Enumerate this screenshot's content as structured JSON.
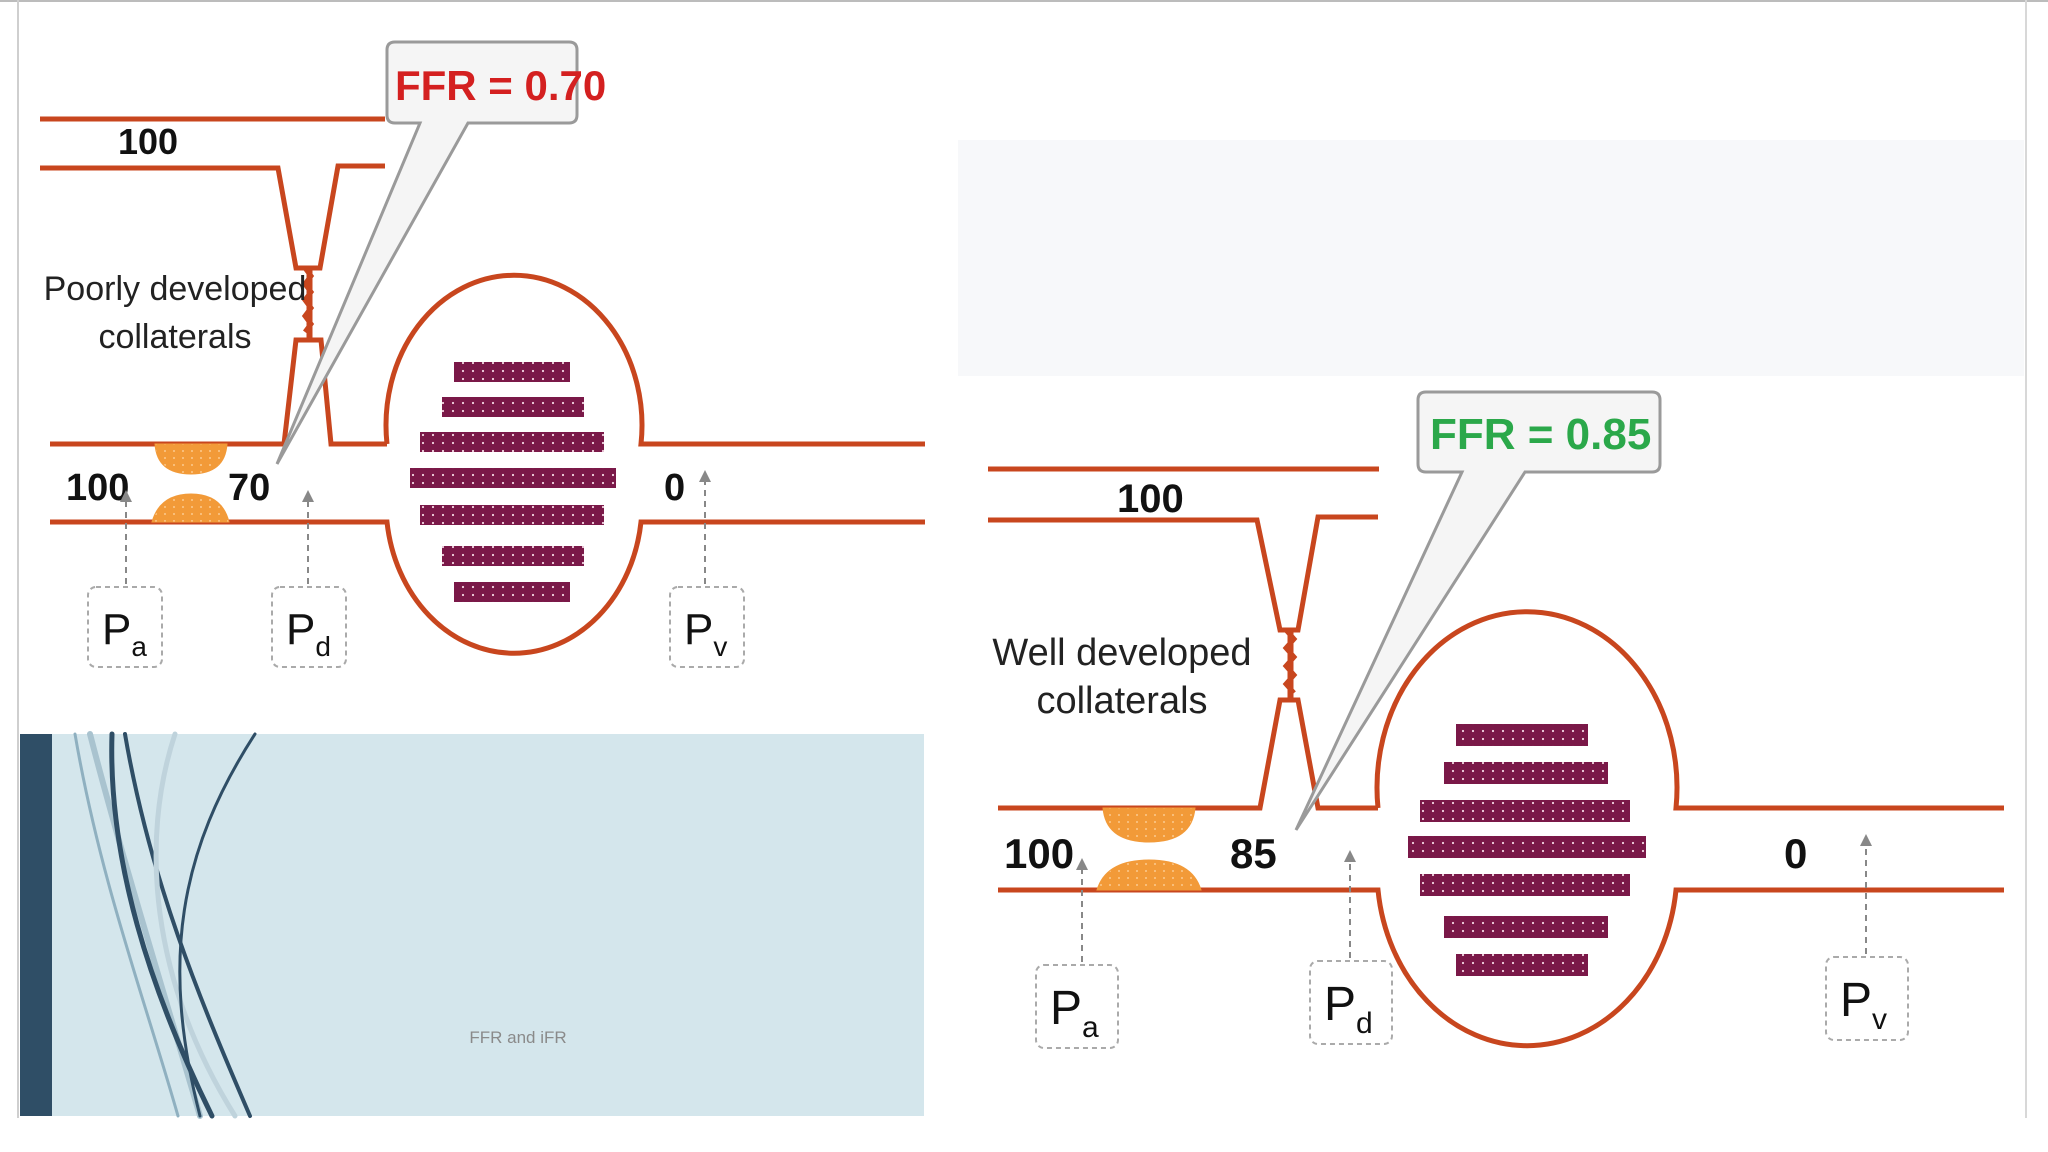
{
  "colors": {
    "vessel": "#c8461e",
    "plaque": "#f29a38",
    "myocardium_bars": "#7a1848",
    "ffr_red": "#d42020",
    "ffr_green": "#2ba84a",
    "callout_border": "#9a9a9a",
    "arrow": "#888888",
    "slide_bg": "#d4e6ec",
    "slide_band": "#2f4e66"
  },
  "left_panel": {
    "ffr_label": "FFR = 0.70",
    "collateral_pressure": "100",
    "collateral_text_line1": "Poorly developed",
    "collateral_text_line2": "collaterals",
    "pa_value": "100",
    "pd_value": "70",
    "pv_value": "0",
    "pa_label": {
      "main": "P",
      "sub": "a"
    },
    "pd_label": {
      "main": "P",
      "sub": "d"
    },
    "pv_label": {
      "main": "P",
      "sub": "v"
    }
  },
  "right_panel": {
    "ffr_label": "FFR = 0.85",
    "collateral_pressure": "100",
    "collateral_text_line1": "Well developed",
    "collateral_text_line2": "collaterals",
    "pa_value": "100",
    "pd_value": "85",
    "pv_value": "0",
    "pa_label": {
      "main": "P",
      "sub": "a"
    },
    "pd_label": {
      "main": "P",
      "sub": "d"
    },
    "pv_label": {
      "main": "P",
      "sub": "v"
    }
  },
  "slide_thumbnail": {
    "caption": "FFR and iFR"
  }
}
